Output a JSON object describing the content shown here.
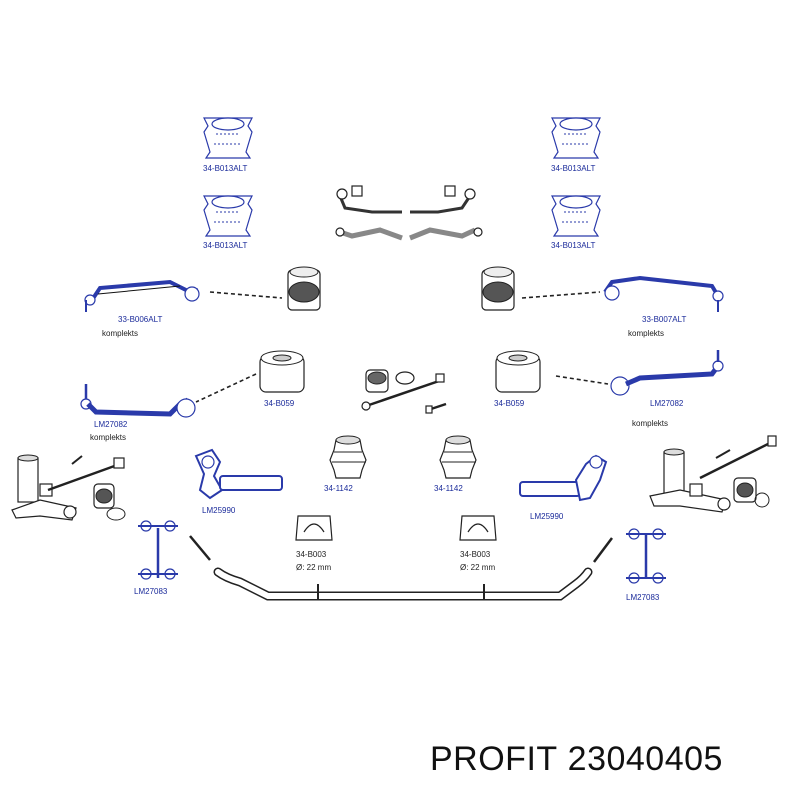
{
  "labels": {
    "bush_top_left": "34-B013ALT",
    "bush_top_right": "34-B013ALT",
    "bush_mid_left": "34-B013ALT",
    "bush_mid_right": "34-B013ALT",
    "arm_upper_left": "33-B006ALT",
    "arm_upper_left_note": "komplekts",
    "arm_upper_right": "33-B007ALT",
    "arm_upper_right_note": "komplekts",
    "bush_059_left": "34-B059",
    "bush_059_right": "34-B059",
    "arm_lower_left": "LM27082",
    "arm_lower_left_note": "komplekts",
    "arm_lower_right": "LM27082",
    "arm_lower_right_note": "komplekts",
    "boot_left": "34-1142",
    "boot_right": "34-1142",
    "tie_left": "LM25990",
    "tie_right": "LM25990",
    "sway_bush_left": "34-B003",
    "sway_bush_left_dia": "Ø: 22 mm",
    "sway_bush_right": "34-B003",
    "sway_bush_right_dia": "Ø: 22 mm",
    "link_left": "LM27083",
    "link_right": "LM27083"
  },
  "caption": {
    "brand": "PROFIT",
    "part_number": "23040405"
  }
}
